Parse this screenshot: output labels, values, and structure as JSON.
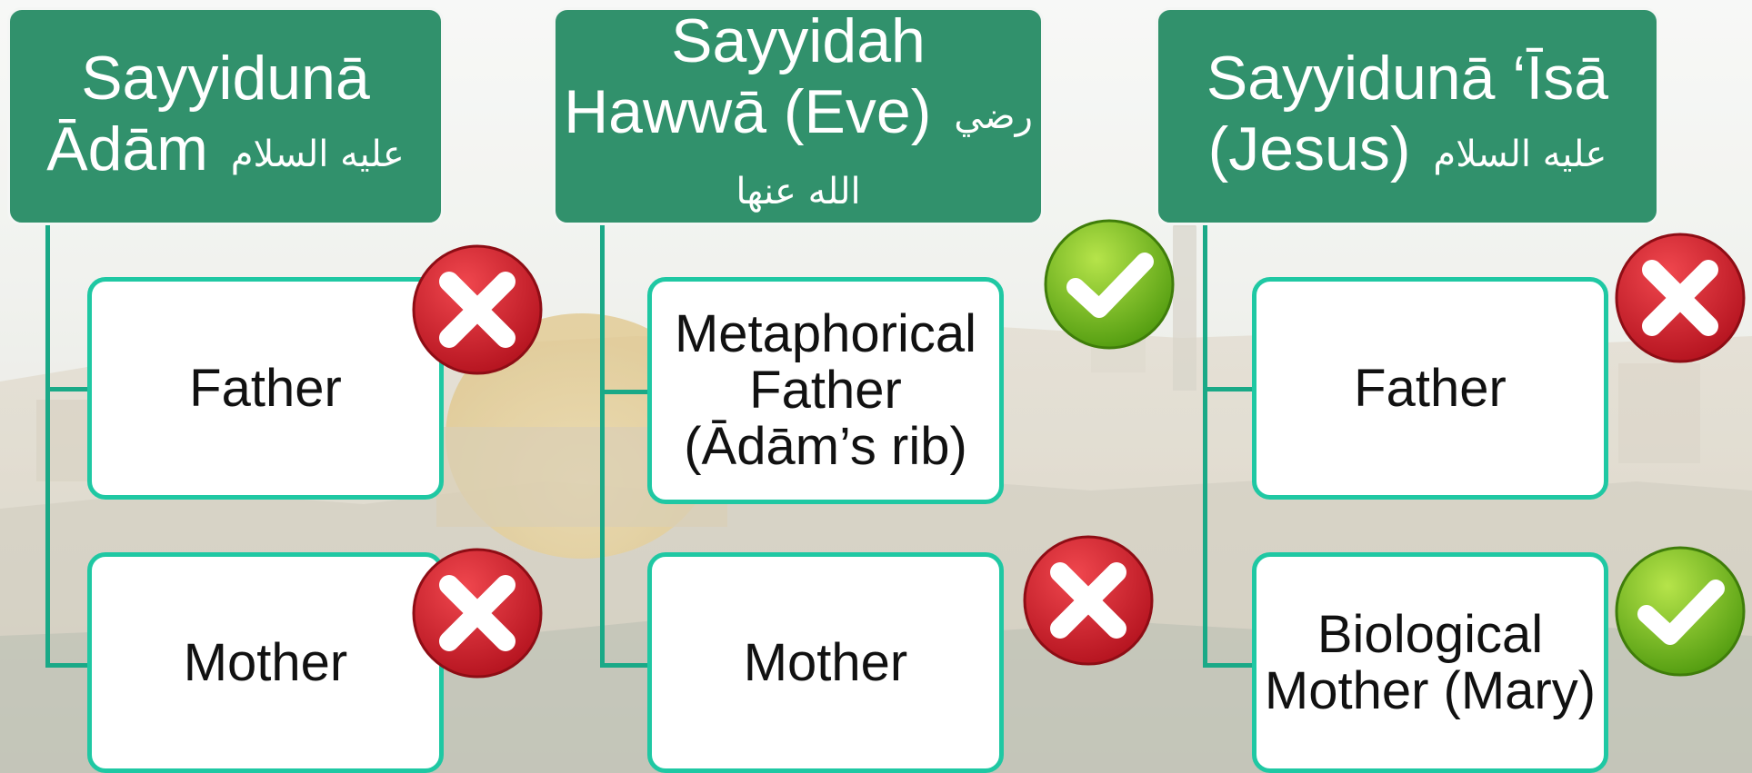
{
  "columns": [
    {
      "title_line1": "Sayyidunā",
      "title_line2": "Ādām",
      "honorific": "عليه السلام",
      "items": [
        {
          "label": "Father",
          "verdict": "incorrect"
        },
        {
          "label": "Mother",
          "verdict": "incorrect"
        }
      ]
    },
    {
      "title_line1": "Sayyidah",
      "title_line2": "Hawwā (Eve)",
      "honorific": "رضي الله عنها",
      "items": [
        {
          "label": "Metaphorical Father (Ādām’s rib)",
          "verdict": "correct"
        },
        {
          "label": "Mother",
          "verdict": "incorrect"
        }
      ]
    },
    {
      "title_line1": "Sayyidunā ‘Īsā",
      "title_line2": "(Jesus)",
      "honorific": "عليه السلام",
      "items": [
        {
          "label": "Father",
          "verdict": "incorrect"
        },
        {
          "label": "Biological Mother (Mary)",
          "verdict": "correct"
        }
      ]
    }
  ],
  "colors": {
    "header_bg": "#31916c",
    "box_border": "#1fc8a3",
    "connector": "#1aa987",
    "check_green": "#7cc21d",
    "cross_red": "#d21f2b"
  },
  "icons": {
    "correct": "check-mark-icon",
    "incorrect": "cross-mark-icon"
  }
}
